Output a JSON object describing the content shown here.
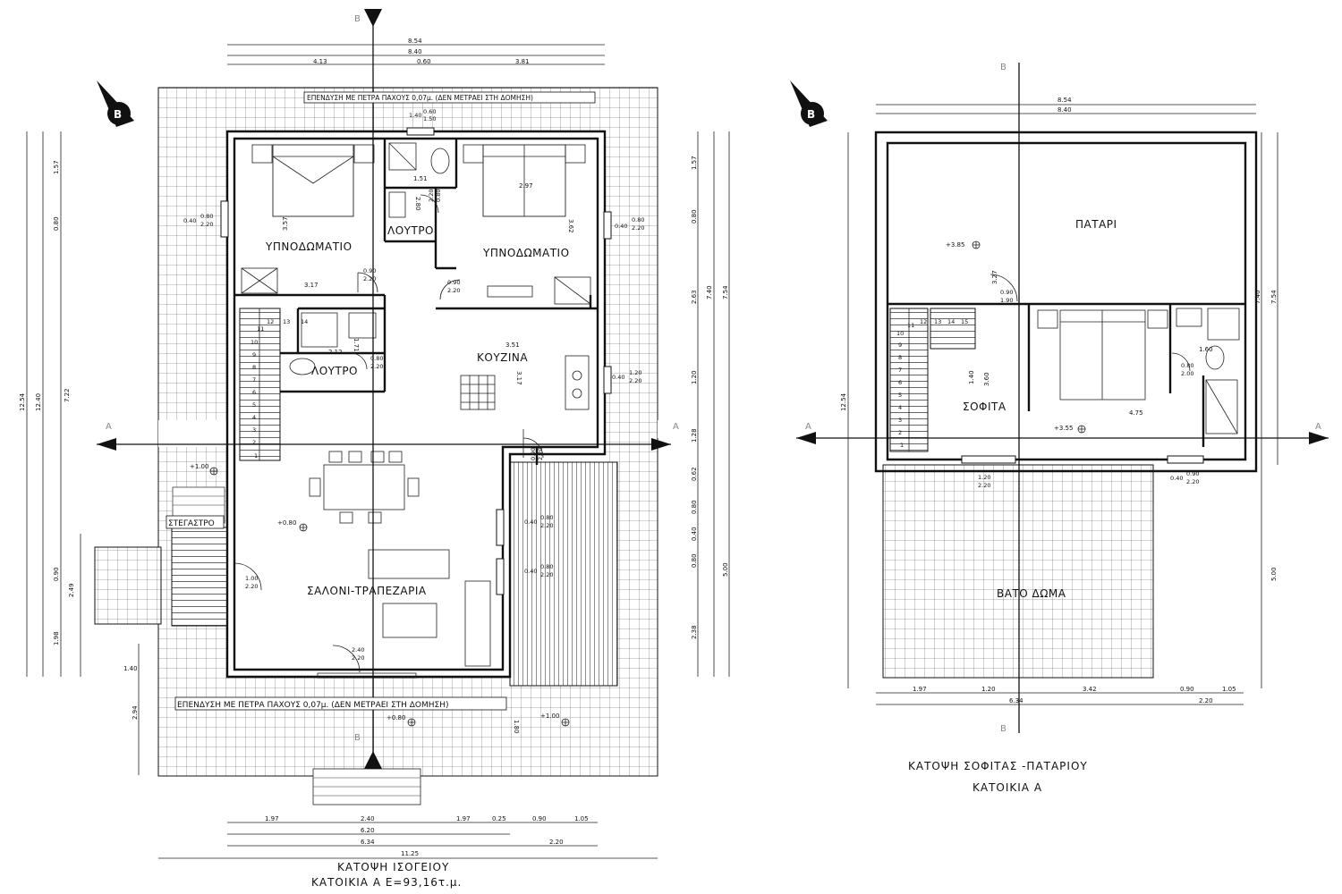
{
  "ground_floor": {
    "rooms": {
      "bedroom_left": "ΥΠΝΟΔΩΜΑΤΙΟ",
      "bedroom_right": "ΥΠΝΟΔΩΜΑΤΙΟ",
      "bathroom_top": "ΛΟΥΤΡΟ",
      "bathroom_mid": "ΛΟΥΤΡΟ",
      "kitchen": "ΚΟΥΖΙΝΑ",
      "living": "ΣΑΛΟΝΙ-ΤΡΑΠΕΖΑΡΙΑ",
      "canopy": "ΣΤΕΓΑΣΤΡΟ"
    },
    "note_top": "ΕΠΕΝΔΥΣΗ ΜΕ ΠΕΤΡΑ ΠΑΧΟΥΣ 0,07μ. (ΔΕΝ ΜΕΤΡΑΕΙ ΣΤΗ ΔΟΜΗΣΗ)",
    "note_bottom": "ΕΠΕΝΔΥΣΗ ΜΕ ΠΕΤΡΑ ΠΑΧΟΥΣ 0,07μ. (ΔΕΝ ΜΕΤΡΑΕΙ ΣΤΗ ΔΟΜΗΣΗ)",
    "levels": {
      "entrance": "+1.00",
      "living": "+0.80",
      "terrace": "+0.80",
      "yard": "+1.00"
    },
    "dims_top": {
      "overall": "8.54",
      "inner": "8.40",
      "seg1": "4.13",
      "seg2": "0.60",
      "seg3": "3.81"
    },
    "dims_bottom": {
      "r1": [
        "1.97",
        "2.40",
        "1.97",
        "0.25",
        "0.90",
        "1.05"
      ],
      "r2": "6.20",
      "r3a": "6.34",
      "r3b": "2.20",
      "r4": "11.25"
    },
    "dims_left": {
      "total1": "12.54",
      "total2": "12.40",
      "total3": "7.22",
      "segs": [
        "1.57",
        "0.80",
        "0.90",
        "2.49",
        "1.98"
      ],
      "stair_w": "1.40",
      "stair_h": "2.94"
    },
    "dims_right": {
      "total1": "7.40",
      "total2": "7.54",
      "total3": "5.00",
      "segs": [
        "1.57",
        "0.80",
        "2.63",
        "1.20",
        "1.28",
        "0.62",
        "0.80",
        "0.40",
        "0.80",
        "2.38"
      ]
    },
    "interior_dims": {
      "br_left_h": "3.57",
      "br_left_w": "3.17",
      "bath_w": "1.51",
      "bath_h": "2.80",
      "br_right_w": "2.97",
      "br_right_h": "3.62",
      "kitchen_w": "3.51",
      "kitchen_h": "3.17",
      "bath2_w": "2.12",
      "bath2_h": "1.71",
      "terrace_h": "1.80"
    },
    "windows": {
      "w_top": [
        "1.40",
        "0.60",
        "1.50"
      ],
      "w_left": [
        "0.40",
        "0.80",
        "2.20"
      ],
      "w_right1": [
        "0.40",
        "0.80",
        "2.20"
      ],
      "w_right2": [
        "0.40",
        "1.20",
        "2.20"
      ],
      "w_terr1": [
        "0.40",
        "0.80",
        "2.20"
      ],
      "w_terr2": [
        "0.40",
        "0.80",
        "2.20"
      ]
    },
    "doors": {
      "d1": [
        "0.90",
        "2.20"
      ],
      "d2": [
        "2.20",
        "0.80"
      ],
      "d3": [
        "0.90",
        "2.20"
      ],
      "d4": [
        "0.80",
        "2.20"
      ],
      "d5": [
        "0.90",
        "2.20"
      ],
      "d6": [
        "1.00",
        "2.20"
      ],
      "d7": [
        "2.40",
        "2.20"
      ]
    },
    "stair_steps": [
      "1",
      "2",
      "3",
      "4",
      "5",
      "6",
      "7",
      "8",
      "9",
      "10",
      "11",
      "12",
      "13",
      "14"
    ],
    "section_marks": {
      "a": "A",
      "b": "B"
    },
    "north": "B",
    "title1": "ΚΑΤΟΨΗ ΙΣΟΓΕΙΟΥ",
    "title2": "ΚΑΤΟΙΚΙΑ Α  Ε=93,16τ.μ."
  },
  "attic_floor": {
    "rooms": {
      "loft": "ΠΑΤΑΡΙ",
      "attic": "ΣΟΦΙΤΑ",
      "roof_terrace": "ΒΑΤΟ ΔΩΜΑ"
    },
    "levels": {
      "loft": "+3.85",
      "attic": "+3.55"
    },
    "dims_top": {
      "overall": "8.54",
      "inner": "8.40"
    },
    "dims_bottom": {
      "r1": [
        "1.97",
        "1.20",
        "3.42",
        "0.90",
        "1.05"
      ],
      "r2a": "6.34",
      "r2b": "2.20"
    },
    "dims_left": {
      "total": "12.54"
    },
    "dims_right": {
      "total1": "7.40",
      "total2": "7.54",
      "total3": "5.00"
    },
    "interior_dims": {
      "loft_h": "3.27",
      "attic_w": "4.75",
      "stair_h": "3.60",
      "stair_w": "1.40",
      "bath_w": "1.60"
    },
    "doors": {
      "d1": [
        "0.90",
        "1.90"
      ],
      "d2": [
        "0.80",
        "2.00"
      ],
      "d3": [
        "1.20",
        "2.20"
      ]
    },
    "windows": {
      "w1": [
        "0.40",
        "0.90",
        "2.20"
      ]
    },
    "stair_steps": [
      "1",
      "2",
      "3",
      "4",
      "5",
      "6",
      "7",
      "8",
      "9",
      "10",
      "11",
      "12",
      "13",
      "14",
      "15"
    ],
    "section_marks": {
      "a": "A",
      "b": "B"
    },
    "north": "B",
    "title1": "ΚΑΤΟΨΗ ΣΟΦΙΤΑΣ -ΠΑΤΑΡΙΟΥ",
    "title2": "ΚΑΤΟΙΚΙΑ Α"
  }
}
